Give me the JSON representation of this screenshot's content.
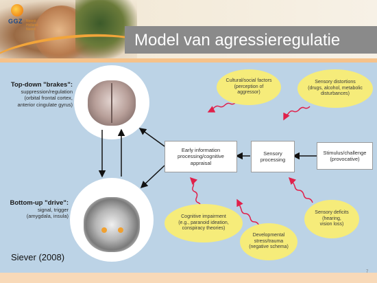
{
  "slide": {
    "title": "Model van agressieregulatie",
    "logo_text": "GGZ",
    "logo_subtext": "Noord-Holland-Noord",
    "citation": "Siever (2008)",
    "page_number": "7"
  },
  "figure": {
    "top_down": {
      "heading": "Top-down \"brakes\":",
      "lines": [
        "suppression/regulation",
        "(orbital frontal cortex,",
        "anterior cingulate gyrus)"
      ]
    },
    "bottom_up": {
      "heading": "Bottom-up \"drive\":",
      "lines": [
        "signal, trigger",
        "(amygdala, insula)"
      ]
    },
    "boxes": {
      "early_processing": [
        "Early information",
        "processing/cognitive",
        "appraisal"
      ],
      "sensory_processing": [
        "Sensory",
        "processing"
      ],
      "stimulus": [
        "Stimulus/challenge",
        "(provocative)"
      ]
    },
    "factors": {
      "cultural": [
        "Cultural/social factors",
        "(perception of",
        "aggressor)"
      ],
      "sensory_distortions": [
        "Sensory distortions",
        "(drugs, alcohol, metabolic",
        "disturbances)"
      ],
      "cognitive": [
        "Cognitive impairment",
        "(e.g., paranoid ideation,",
        "conspiracy theories)"
      ],
      "developmental": [
        "Developmental",
        "stress/trauma",
        "(negative schema)"
      ],
      "sensory_deficits": [
        "Sensory deficits",
        "(hearing,",
        "vision loss)"
      ]
    }
  },
  "colors": {
    "figure_background": "#bcd3e6",
    "factor_fill": "#f6ec7a",
    "wavy_arrow": "#e0204a",
    "title_background": "#8a8a8a",
    "accent_bar": "#f6c28a"
  }
}
